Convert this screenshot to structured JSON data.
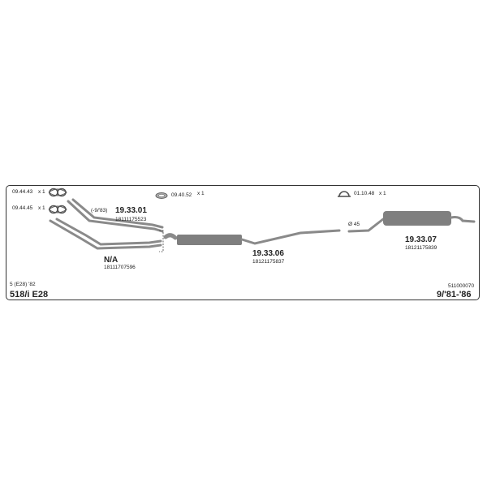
{
  "parts": {
    "gasket_a": {
      "code": "09.44.43",
      "qty": "x 1"
    },
    "gasket_b": {
      "code": "09.44.45",
      "qty": "x 1"
    },
    "ring": {
      "code": "09.40.52",
      "qty": "x 1"
    },
    "clamp": {
      "code": "01.10.48",
      "qty": "x 1"
    },
    "front_pipe_upper": {
      "number": "19.33.01",
      "oe": "18111175523",
      "note": "(-9/'83)"
    },
    "front_pipe_lower": {
      "number": "N/A",
      "oe": "18111707596"
    },
    "middle_silencer": {
      "number": "19.33.06",
      "oe": "18121175837"
    },
    "rear_silencer": {
      "number": "19.33.07",
      "oe": "18121175839"
    },
    "diameter": "Ø 45"
  },
  "footer": {
    "engine_note": "5 (E28)  '82",
    "model": "518/i  E28",
    "catalog_no": "511000070",
    "years": "9/'81-'86"
  }
}
